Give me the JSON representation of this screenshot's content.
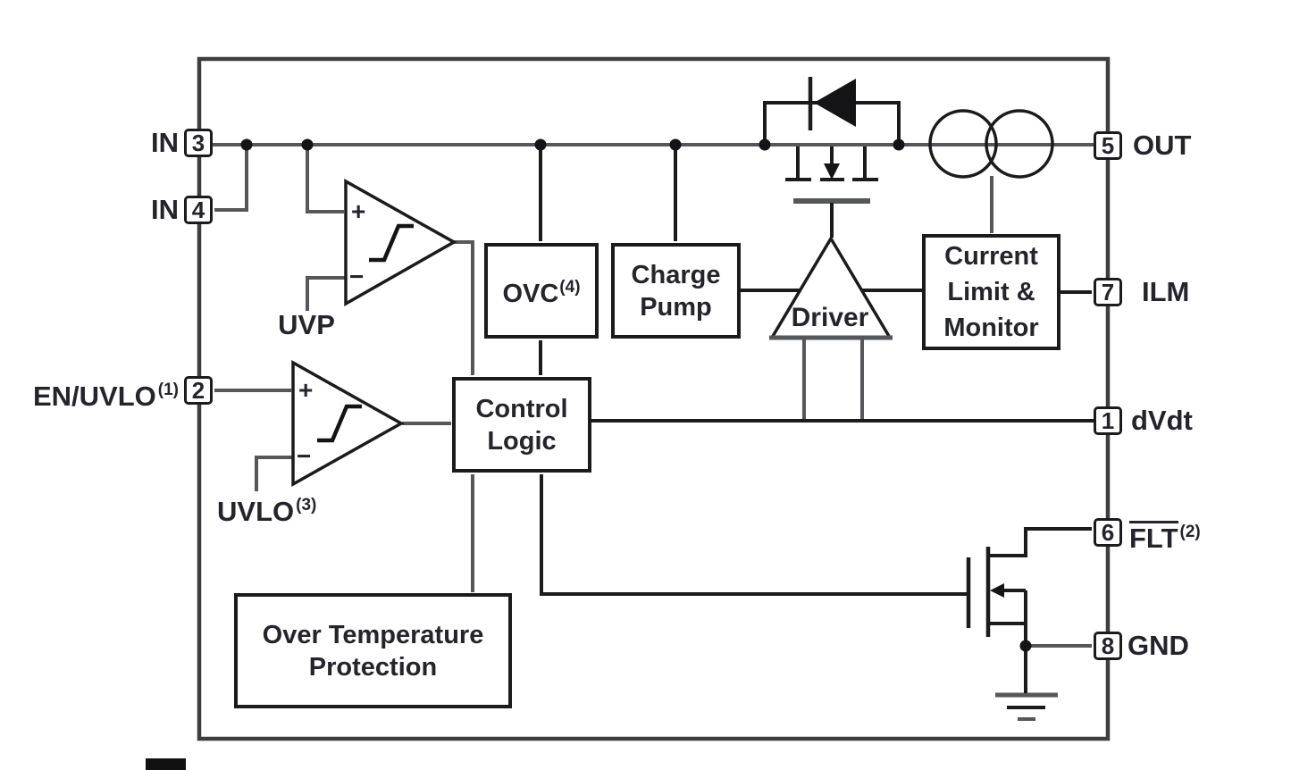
{
  "pins": {
    "left": [
      {
        "name": "IN",
        "number": "3"
      },
      {
        "name": "IN",
        "number": "4"
      },
      {
        "name": "EN/UVLO",
        "sup": "(1)",
        "number": "2"
      }
    ],
    "right": [
      {
        "number": "5",
        "name": "OUT"
      },
      {
        "number": "7",
        "name": "ILM"
      },
      {
        "number": "1",
        "name": "dVdt"
      },
      {
        "number": "6",
        "name": "FLT",
        "sup": "(2)"
      },
      {
        "number": "8",
        "name": "GND"
      }
    ]
  },
  "blocks": {
    "ovc": {
      "label": "OVC",
      "sup": "(4)"
    },
    "charge_pump": {
      "label": "Charge\nPump"
    },
    "control_logic": {
      "label": "Control\nLogic"
    },
    "current_limit_monitor": {
      "label": "Current\nLimit &\nMonitor"
    },
    "over_temp": {
      "label": "Over Temperature\nProtection"
    },
    "driver": {
      "label": "Driver"
    }
  },
  "comparators": {
    "uvp": {
      "label": "UVP",
      "plus": "+",
      "minus": "−"
    },
    "uvlo": {
      "label": "UVLO",
      "sup": "(3)",
      "plus": "+",
      "minus": "−"
    }
  },
  "colors": {
    "wire_gray": "#56575b",
    "line_black": "#1b1b1d",
    "text": "#24242c",
    "background": "#ffffff"
  }
}
